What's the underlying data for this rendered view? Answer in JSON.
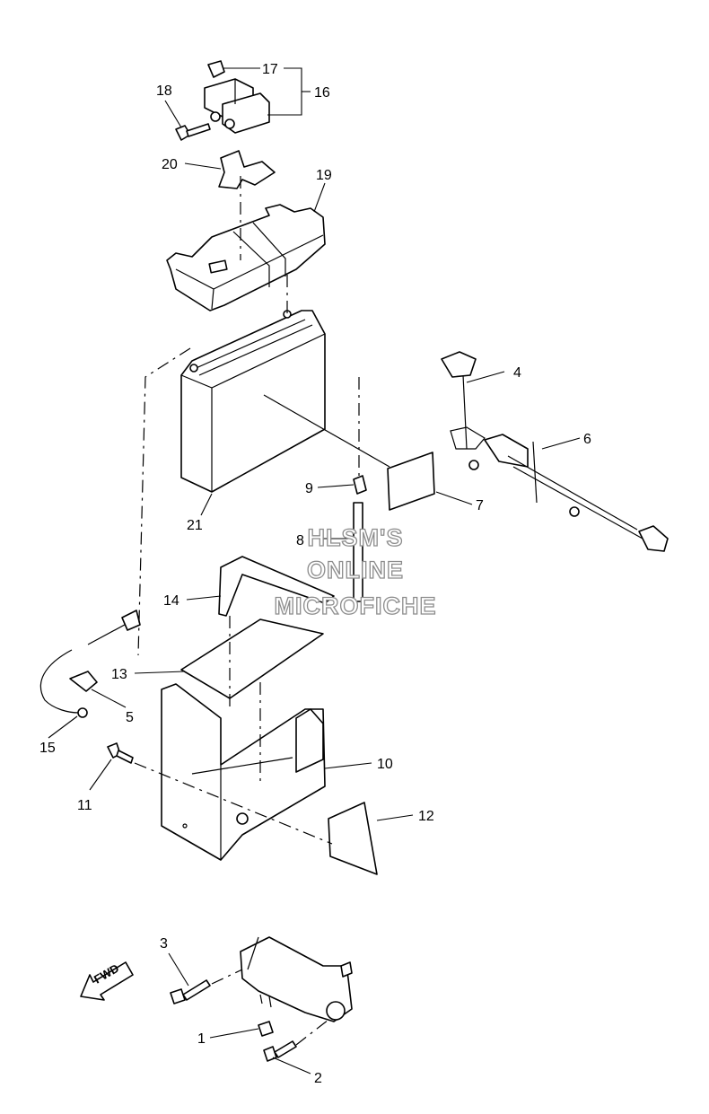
{
  "watermark": {
    "line1": "HLSM'S",
    "line2": "ONLINE",
    "line3": "MICROFICHE"
  },
  "fwd_label": "FWD",
  "callouts": {
    "c1": "1",
    "c2": "2",
    "c3": "3",
    "c4": "4",
    "c5": "5",
    "c6": "6",
    "c7": "7",
    "c8": "8",
    "c9": "9",
    "c10": "10",
    "c11": "11",
    "c12": "12",
    "c13": "13",
    "c14": "14",
    "c15": "15",
    "c16": "16",
    "c17": "17",
    "c18": "18",
    "c19": "19",
    "c20": "20",
    "c21": "21"
  }
}
